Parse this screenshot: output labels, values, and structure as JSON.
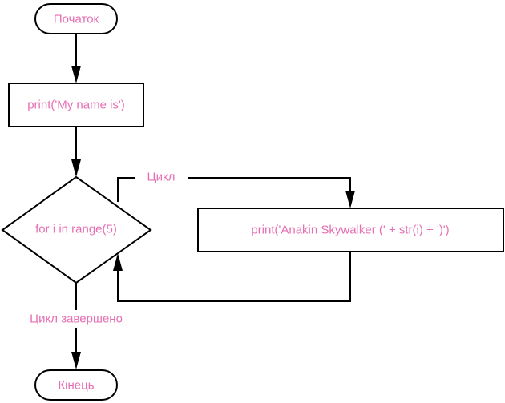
{
  "colors": {
    "text": "#e56fb3",
    "stroke": "#000000",
    "fill": "#ffffff"
  },
  "nodes": {
    "start": "Початок",
    "print_name": "print('My name is')",
    "loop_condition": "for i in range(5)",
    "loop_body": "print('Anakin Skywalker (' + str(i) + ')')",
    "end": "Кінець"
  },
  "edges": {
    "loop_label": "Цикл",
    "loop_done_label": "Цикл завершено"
  }
}
